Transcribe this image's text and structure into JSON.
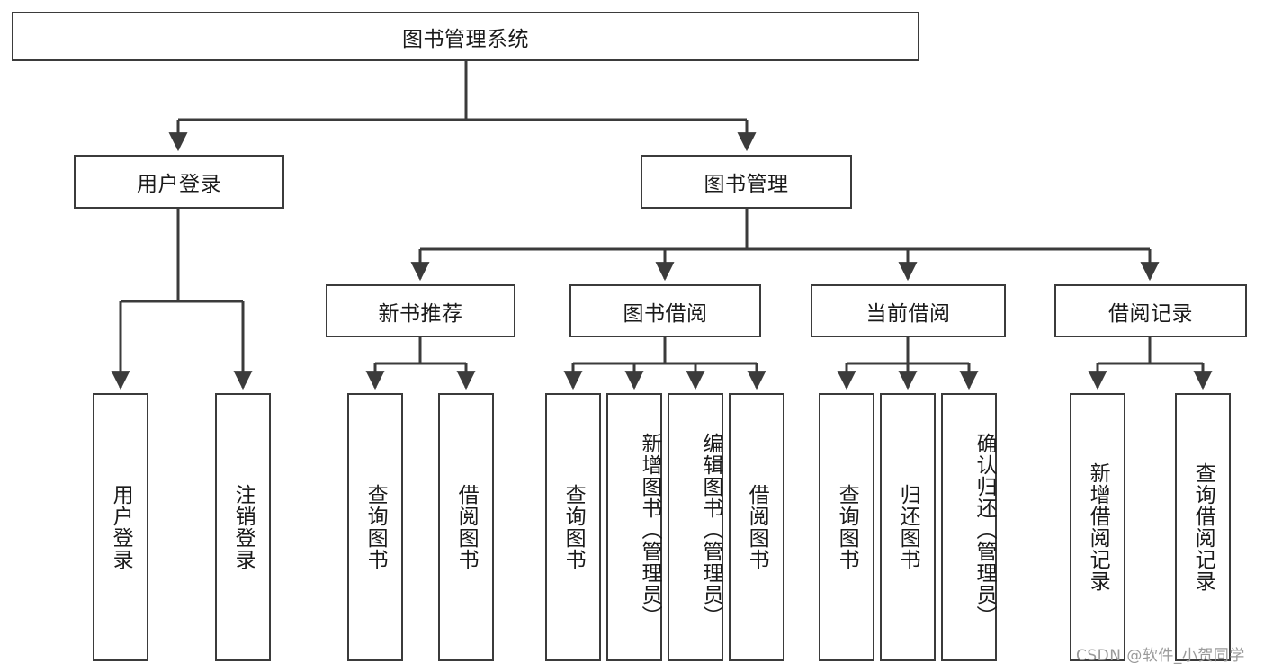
{
  "diagram": {
    "title_node": {
      "label": "图书管理系统"
    },
    "level2": [
      {
        "id": "user-login",
        "label": "用户登录"
      },
      {
        "id": "book-management",
        "label": "图书管理"
      }
    ],
    "level3": [
      {
        "id": "new-book-recommend",
        "label": "新书推荐"
      },
      {
        "id": "book-borrow",
        "label": "图书借阅"
      },
      {
        "id": "current-borrow",
        "label": "当前借阅"
      },
      {
        "id": "borrow-record",
        "label": "借阅记录"
      }
    ],
    "leaves": {
      "user_login": [
        {
          "id": "leaf-user-login",
          "label": "用户登录"
        },
        {
          "id": "leaf-logout-login",
          "label": "注销登录"
        }
      ],
      "new_book_recommend": [
        {
          "id": "leaf-query-book-1",
          "label": "查询图书"
        },
        {
          "id": "leaf-borrow-book-1",
          "label": "借阅图书"
        }
      ],
      "book_borrow": [
        {
          "id": "leaf-query-book-2",
          "label": "查询图书"
        },
        {
          "id": "leaf-add-book-admin",
          "label": "新增图书（管理员）"
        },
        {
          "id": "leaf-edit-book-admin",
          "label": "编辑图书（管理员）"
        },
        {
          "id": "leaf-borrow-book-2",
          "label": "借阅图书"
        }
      ],
      "current_borrow": [
        {
          "id": "leaf-query-book-3",
          "label": "查询图书"
        },
        {
          "id": "leaf-return-book",
          "label": "归还图书"
        },
        {
          "id": "leaf-confirm-return-admin",
          "label": "确认归还（管理员）"
        }
      ],
      "borrow_record": [
        {
          "id": "leaf-add-borrow-record",
          "label": "新增借阅记录"
        },
        {
          "id": "leaf-query-borrow-record",
          "label": "查询借阅记录"
        }
      ]
    }
  },
  "watermark": {
    "text": "CSDN @软件_小贺同学"
  },
  "colors": {
    "line": "#3b3b3b",
    "box_border": "#3b3b3b",
    "background": "#ffffff",
    "text": "#1a1a1a",
    "watermark": "#9a9a9a"
  }
}
